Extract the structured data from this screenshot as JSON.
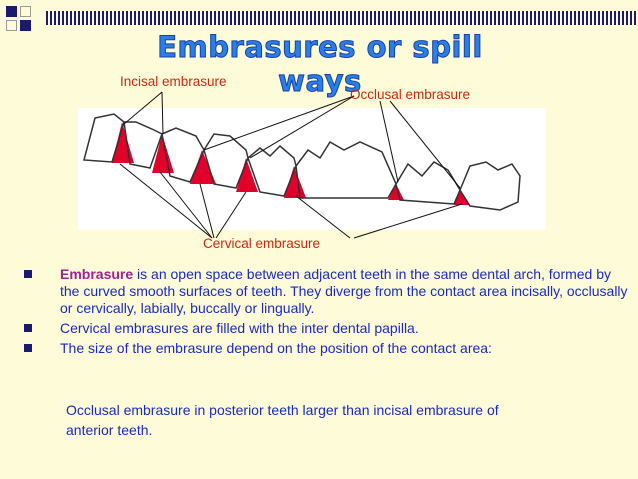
{
  "title": "Embrasures or spill ways",
  "labels": {
    "incisal": "Incisal embrasure",
    "occlusal": "Occlusal embrasure",
    "cervical": "Cervical embrasure"
  },
  "bullets": [
    {
      "keyword": "Embrasure",
      "text": " is an open space between adjacent teeth in the same dental arch, formed by the curved smooth surfaces of teeth. They diverge from the contact area incisally, occlusally or cervically, labially, buccally or lingually."
    },
    {
      "keyword": "",
      "text": "Cervical embrasures are filled with the inter dental papilla."
    },
    {
      "keyword": "",
      "text": "The size of the embrasure depend on the position of the contact area:"
    }
  ],
  "sub_lines": [
    "Occlusal embrasure in posterior teeth larger than incisal embrasure of",
    "anterior teeth."
  ],
  "colors": {
    "accent": "#2a7fe6",
    "text": "#1a2bc0",
    "label": "#cc2a10",
    "embrasure": "#e0002a"
  }
}
